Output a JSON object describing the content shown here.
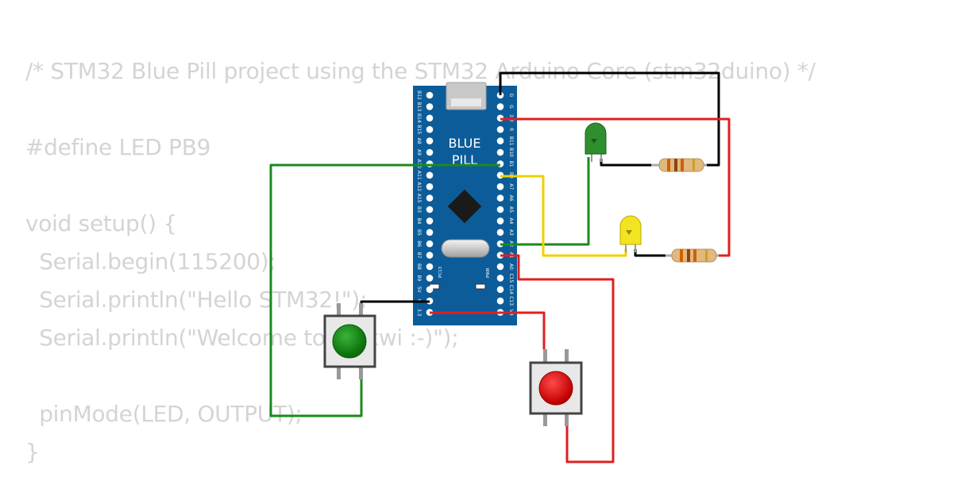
{
  "code": {
    "lines": [
      "/* STM32 Blue Pill project using the STM32 Arduino Core (stm32duino) */",
      "",
      "#define LED PB9",
      "",
      "void setup() {",
      "  Serial.begin(115200);",
      "  Serial.println(\"Hello STM32!\");",
      "  Serial.println(\"Welcome to Wokwi :-)\");",
      "",
      "  pinMode(LED, OUTPUT);",
      "}"
    ]
  },
  "board": {
    "title_line1": "BLUE",
    "title_line2": "PILL",
    "led_pc13": "PC13",
    "led_pwr": "PWR",
    "left_pins": [
      "B12",
      "B13",
      "B14",
      "B15",
      "A8",
      "A9",
      "A10",
      "A11",
      "A12",
      "A15",
      "B3",
      "B4",
      "B5",
      "B6",
      "B7",
      "B8",
      "B9",
      "5V",
      "G",
      "3.3"
    ],
    "right_pins": [
      "G",
      "G",
      "3.3",
      "R",
      "B11",
      "B10",
      "B1",
      "B0",
      "A7",
      "A6",
      "A5",
      "A4",
      "A3",
      "A2",
      "A1",
      "A0",
      "C15",
      "C14",
      "C13",
      "VB"
    ],
    "color": "#0c5c99"
  },
  "components": {
    "led_green": "green-led",
    "led_yellow": "yellow-led",
    "button_green": "green-pushbutton",
    "button_red": "red-pushbutton",
    "resistor_1": "resistor",
    "resistor_2": "resistor"
  },
  "wire_colors": {
    "ground": "#000000",
    "power": "#e02020",
    "signal_green": "#1a8a1a",
    "signal_yellow": "#f0d000"
  }
}
